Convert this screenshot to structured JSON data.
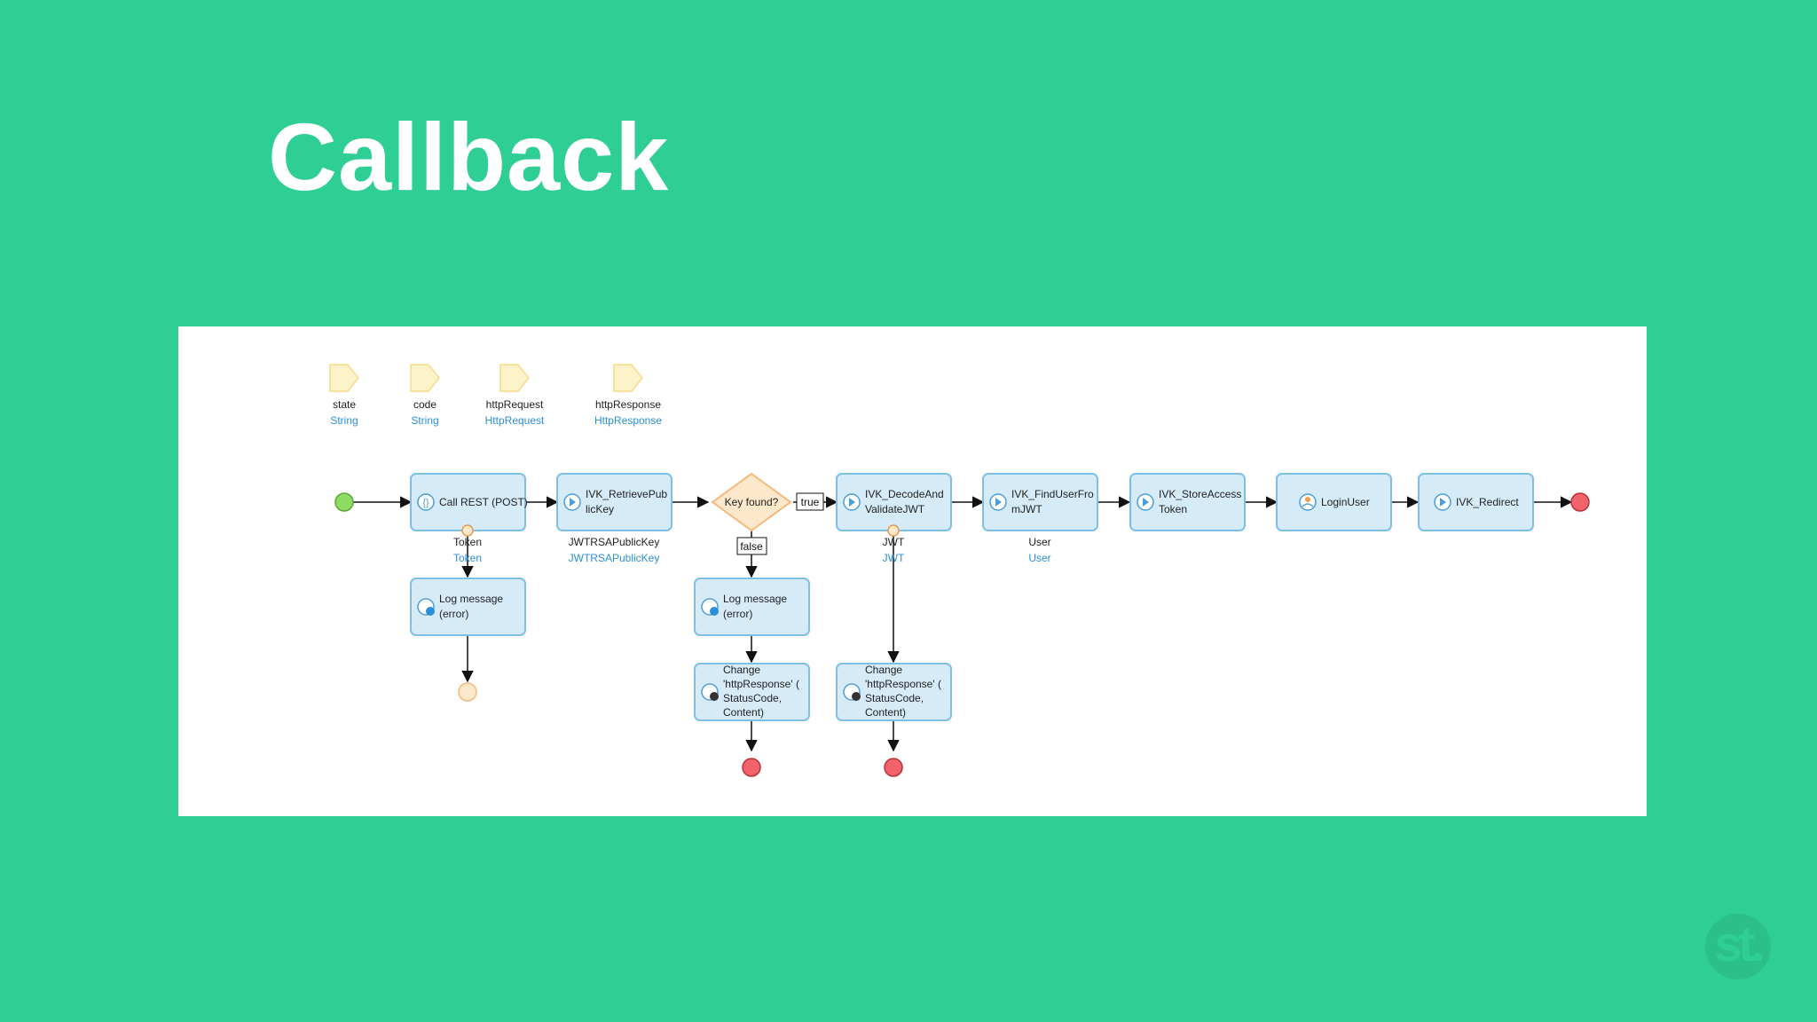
{
  "title": "Callback",
  "logo_text": "st.",
  "colors": {
    "background": "#2fce94",
    "activity_fill": "#d6ebf8",
    "activity_stroke": "#7cc0e8",
    "decision_fill": "#fde8cc",
    "decision_stroke": "#f3b97a",
    "start_event": "#8fdc63",
    "end_event": "#f0636b",
    "parameter_fill": "#fdf3c8",
    "type_link": "#2b8fd6"
  },
  "parameters": [
    {
      "name": "state",
      "type": "String"
    },
    {
      "name": "code",
      "type": "String"
    },
    {
      "name": "httpRequest",
      "type": "HttpRequest"
    },
    {
      "name": "httpResponse",
      "type": "HttpResponse"
    }
  ],
  "activities": [
    {
      "id": "call-rest",
      "lines": [
        "Call REST (POST)"
      ],
      "icon": "rest-icon",
      "output": {
        "name": "Token",
        "type": "Token"
      }
    },
    {
      "id": "retrieve-public-key",
      "lines": [
        "IVK_RetrievePub",
        "licKey"
      ],
      "icon": "play-icon",
      "output": {
        "name": "JWTRSAPublicKey",
        "type": "JWTRSAPublicKey"
      }
    },
    {
      "id": "decode-validate-jwt",
      "lines": [
        "IVK_DecodeAnd",
        "ValidateJWT"
      ],
      "icon": "play-icon",
      "output": {
        "name": "JWT",
        "type": "JWT"
      }
    },
    {
      "id": "find-user-from-jwt",
      "lines": [
        "IVK_FindUserFro",
        "mJWT"
      ],
      "icon": "play-icon",
      "output": {
        "name": "User",
        "type": "User"
      }
    },
    {
      "id": "store-access-token",
      "lines": [
        "IVK_StoreAccess",
        "Token"
      ],
      "icon": "play-icon"
    },
    {
      "id": "login-user",
      "lines": [
        "LoginUser"
      ],
      "icon": "user-icon"
    },
    {
      "id": "redirect",
      "lines": [
        "IVK_Redirect"
      ],
      "icon": "play-icon"
    },
    {
      "id": "log-message-1",
      "lines": [
        "Log message",
        "(error)"
      ],
      "icon": "log-icon"
    },
    {
      "id": "log-message-2",
      "lines": [
        "Log message",
        "(error)"
      ],
      "icon": "log-icon"
    },
    {
      "id": "change-response-1",
      "lines": [
        "Change",
        "'httpResponse' (",
        "StatusCode,",
        "Content)"
      ],
      "icon": "change-icon"
    },
    {
      "id": "change-response-2",
      "lines": [
        "Change",
        "'httpResponse' (",
        "StatusCode,",
        "Content)"
      ],
      "icon": "change-icon"
    }
  ],
  "decision": {
    "label": "Key found?",
    "true_label": "true",
    "false_label": "false"
  }
}
